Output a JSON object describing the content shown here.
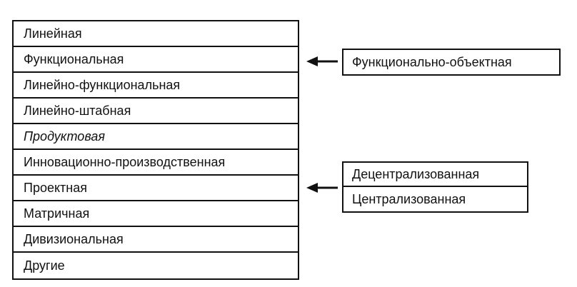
{
  "main_table": {
    "rows": [
      {
        "label": "Линейная",
        "italic": false
      },
      {
        "label": "Функциональная",
        "italic": false
      },
      {
        "label": "Линейно-функциональная",
        "italic": false
      },
      {
        "label": "Линейно-штабная",
        "italic": false
      },
      {
        "label": "Продуктовая",
        "italic": true
      },
      {
        "label": "Инновационно-производственная",
        "italic": false
      },
      {
        "label": "Проектная",
        "italic": false
      },
      {
        "label": "Матричная",
        "italic": false
      },
      {
        "label": "Дивизиональная",
        "italic": false
      },
      {
        "label": "Другие",
        "italic": false
      }
    ]
  },
  "side_box_1": {
    "label": "Функционально-объектная",
    "points_to": "Функциональная"
  },
  "side_box_2": {
    "rows": [
      {
        "label": "Децентрализованная"
      },
      {
        "label": "Централизованная"
      }
    ],
    "points_to": "Проектная"
  },
  "colors": {
    "line": "#111111",
    "background": "#ffffff"
  }
}
